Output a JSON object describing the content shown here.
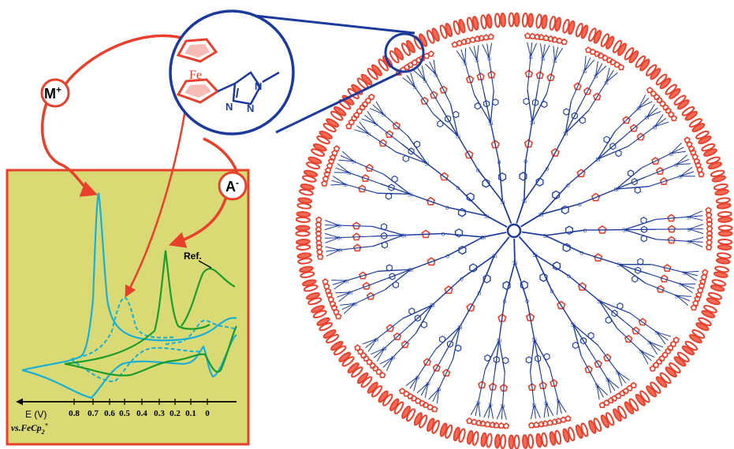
{
  "labels": {
    "cation": "M",
    "cation_charge": "+",
    "anion": "A",
    "anion_charge": "-",
    "metal": "Fe",
    "ref": "Ref."
  },
  "axis": {
    "title": "E (V)",
    "subtitle": "vs.FeCp",
    "subtitle_sub": "2",
    "subtitle_sup": "+",
    "ticks": [
      "0.8",
      "0.7",
      "0.6",
      "0.5",
      "0.4",
      "0.3",
      "0.2",
      "0.1",
      "0"
    ]
  },
  "branch_labels": {
    "si": "Si",
    "o": "O"
  },
  "colors": {
    "red": "#e8402c",
    "blue": "#1c3a9c",
    "panel": "#d9da74",
    "cyan": "#18b0d8",
    "green": "#1b9c2b",
    "salmon": "#f06a56"
  }
}
